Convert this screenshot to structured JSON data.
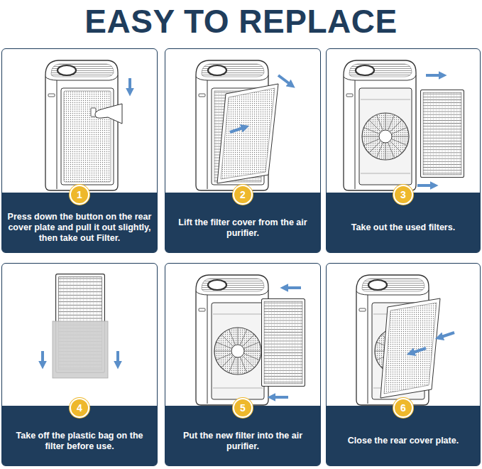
{
  "diagram": {
    "title": "EASY TO REPLACE",
    "nodes": [
      {
        "text": [
          "Press down the button on the rear cover plate and pull it out slightly, then take out Filter."
        ]
      },
      {
        "text": [
          "1"
        ],
        "in": 0
      },
      {
        "text": [
          "Lift the filter cover from the air purifier."
        ]
      },
      {
        "text": [
          "2"
        ],
        "in": 2
      },
      {
        "text": [
          "Take out the used filters."
        ]
      },
      {
        "text": [
          "3"
        ],
        "in": 4
      },
      {
        "text": [
          "Take off the plastic bag on the filter before use."
        ]
      },
      {
        "text": [
          "4"
        ],
        "in": 6
      },
      {
        "text": [
          "Put the new filter into the air purifier."
        ]
      },
      {
        "text": [
          "5"
        ],
        "in": 8
      },
      {
        "text": [
          "Close the rear cover plate."
        ]
      },
      {
        "text": [
          "6"
        ],
        "in": 10
      }
    ]
  }
}
